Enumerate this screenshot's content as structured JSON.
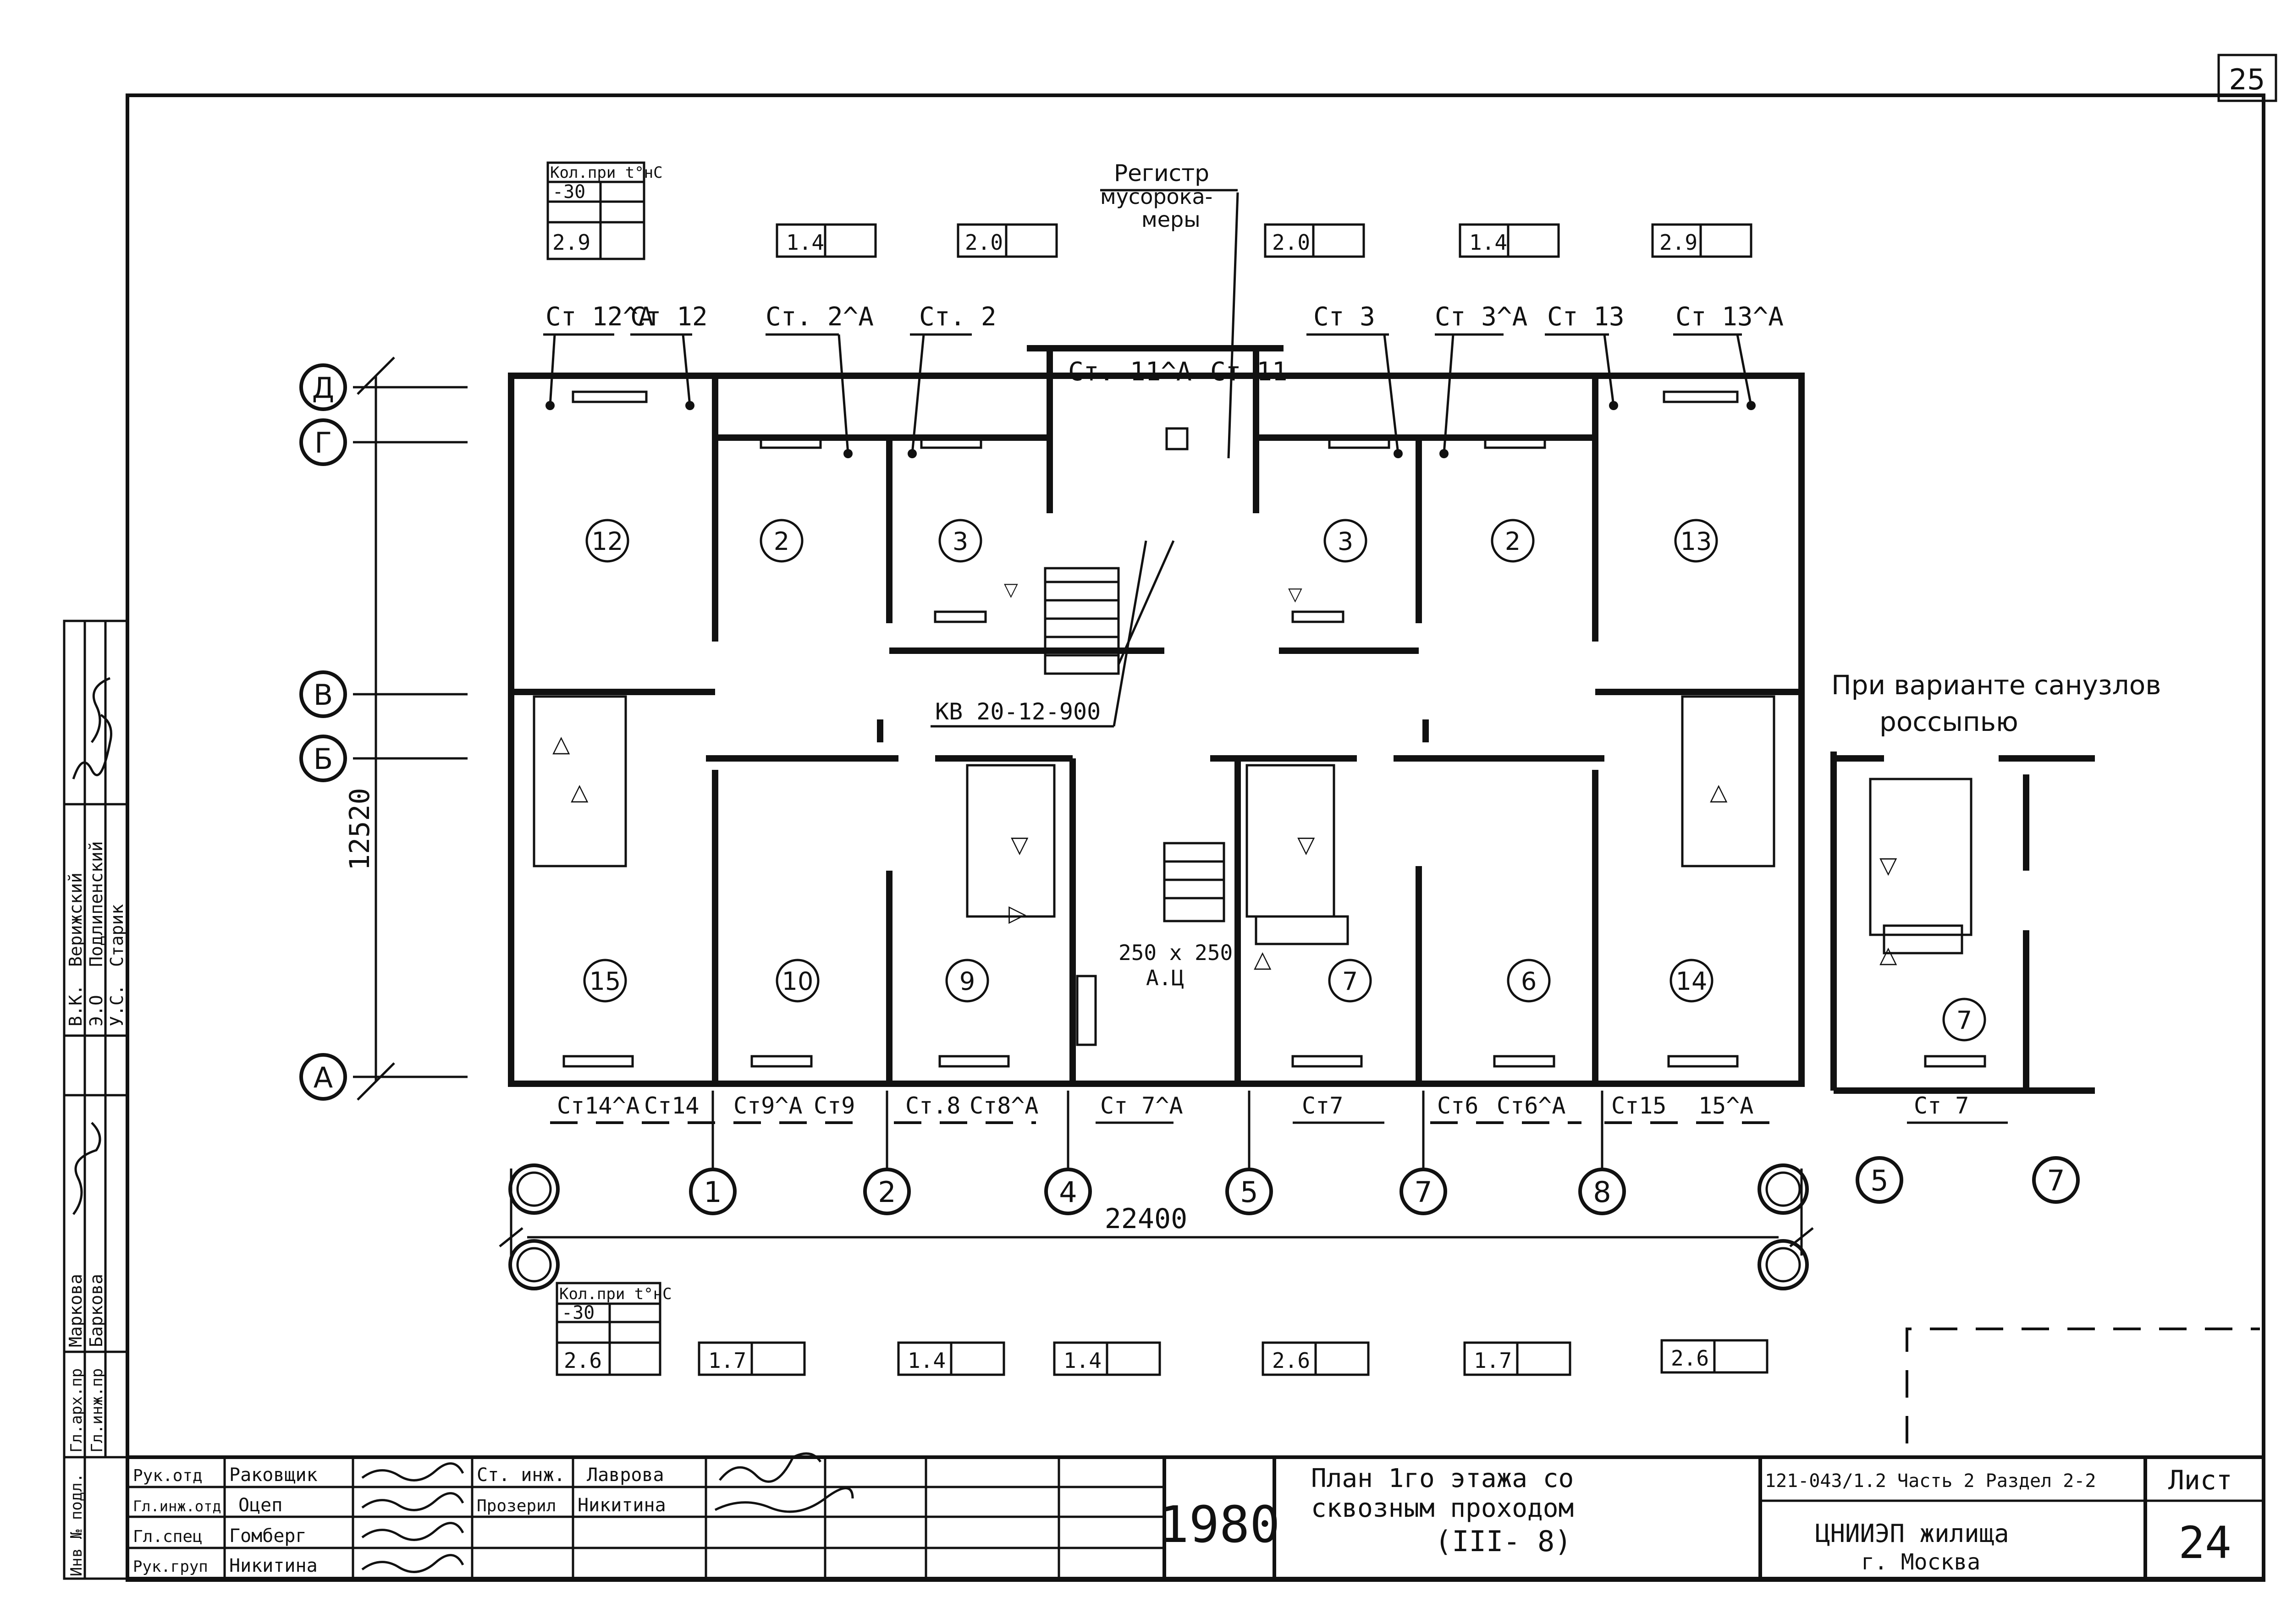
{
  "sheet_number_top": "25",
  "room_numbers": {
    "r12": "12",
    "r2a": "2",
    "r3a": "3",
    "r3b": "3",
    "r2b": "2",
    "r13": "13",
    "r15": "15",
    "r10": "10",
    "r9": "9",
    "r7a": "7",
    "r6": "6",
    "r14": "14",
    "r7alt": "7"
  },
  "axes": {
    "row_d": "Д",
    "row_g": "Г",
    "row_v": "В",
    "row_b": "Б",
    "row_a": "А",
    "col_1": "1",
    "col_2": "2",
    "col_4": "4",
    "col_5": "5",
    "col_7": "7",
    "col_8": "8",
    "alt_col_5": "5",
    "alt_col_7": "7"
  },
  "dimensions": {
    "height": "12520",
    "width": "22400"
  },
  "notes": {
    "registr": "Регистр",
    "registr_2": "мусорока-",
    "registr_3": "меры",
    "kv": "КВ 20-12-900",
    "duct": "250 x 250",
    "duct_2": "А.Ц",
    "variant": "При варианте санузлов",
    "variant_2": "россыпью"
  },
  "risers_top": {
    "st12a": "Ст 12^А",
    "st12": "Ст 12",
    "st2a": "Ст. 2^А",
    "st2": "Ст. 2",
    "st11a": "Ст. 11^А",
    "st11": "Ст 11",
    "st3": "Ст 3",
    "st3a": "Ст 3^А",
    "st13": "Ст 13",
    "st13a": "Ст 13^А"
  },
  "risers_bottom": {
    "st14a": "Ст14^А",
    "st14": "Ст14",
    "st9a": "Ст9^А",
    "st9": "Ст9",
    "st8": "Ст.8",
    "st8a": "Ст8^А",
    "st7a": "Ст 7^А",
    "st7": "Ст7",
    "st6": "Ст6",
    "st6a": "Ст6^А",
    "st15": "Ст15",
    "st15a": "15^А",
    "st7alt": "Ст 7"
  },
  "heaters_top": {
    "header": "Кол.при t°нС",
    "temp": "-30",
    "v1": "2.9",
    "v2": "1.4",
    "v3": "2.0",
    "v4": "2.0",
    "v5": "1.4",
    "v6": "2.9"
  },
  "heaters_bottom": {
    "header": "Кол.при t°нС",
    "temp": "-30",
    "v1": "2.6",
    "v2": "1.7",
    "v3": "1.4",
    "v4": "1.4",
    "v5": "2.6",
    "v6": "1.7",
    "v7": "2.6"
  },
  "side_stamp": {
    "inv": "Инв № подл.",
    "vk": "В.К.",
    "vk_name": "Верижский",
    "eo": "Э.О",
    "eo_name": "Подлипенский",
    "us": "У.С.",
    "us_name": "Старик",
    "role_a": "Гл.арх.пр",
    "name_a": "Маркова",
    "role_b": "Гл.инж.пр",
    "name_b": "Баркова"
  },
  "title_block": {
    "role1": "Рук.отд",
    "name1": "Раковщик",
    "role2": "Гл.инж.отд",
    "name2": "Оцеп",
    "role3": "Гл.спец",
    "name3": "Гомберг",
    "role4": "Рук.груп",
    "name4": "Никитина",
    "role5": "Ст. инж.",
    "name5": "Лаврова",
    "role6": "Прозерил",
    "name6": "Никитина",
    "year": "1980",
    "title_l1": "План 1го этажа со",
    "title_l2": "сквозным проходом",
    "title_l3": "(III- 8)",
    "code": "121-043/1.2 Часть 2 Раздел 2-2",
    "org": "ЦНИИЭП жилища",
    "city": "г. Москва",
    "sheet_label": "Лист",
    "sheet_num": "24"
  }
}
